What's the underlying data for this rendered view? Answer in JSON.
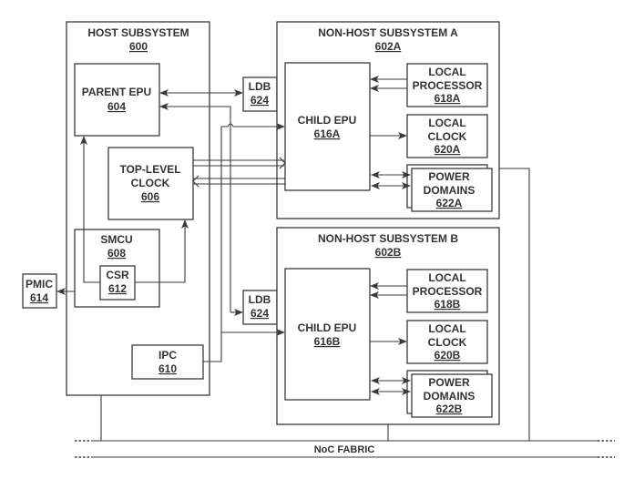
{
  "diagram": {
    "host": {
      "title": "HOST SUBSYSTEM",
      "ref": "600"
    },
    "parent_epu": {
      "title": "PARENT EPU",
      "ref": "604"
    },
    "top_clock": {
      "line1": "TOP-LEVEL",
      "line2": "CLOCK",
      "ref": "606"
    },
    "smcu": {
      "title": "SMCU",
      "ref": "608"
    },
    "csr": {
      "title": "CSR",
      "ref": "612"
    },
    "ipc": {
      "title": "IPC",
      "ref": "610"
    },
    "pmic": {
      "title": "PMIC",
      "ref": "614"
    },
    "ldb_a": {
      "title": "LDB",
      "ref": "624"
    },
    "ldb_b": {
      "title": "LDB",
      "ref": "624"
    },
    "subsystem_a": {
      "title": "NON-HOST SUBSYSTEM A",
      "ref": "602A",
      "child_epu": {
        "title": "CHILD EPU",
        "ref": "616A"
      },
      "local_processor": {
        "line1": "LOCAL",
        "line2": "PROCESSOR",
        "ref": "618A"
      },
      "local_clock": {
        "line1": "LOCAL",
        "line2": "CLOCK",
        "ref": "620A"
      },
      "power_domains": {
        "line1": "POWER",
        "line2": "DOMAINS",
        "ref": "622A"
      }
    },
    "subsystem_b": {
      "title": "NON-HOST SUBSYSTEM B",
      "ref": "602B",
      "child_epu": {
        "title": "CHILD EPU",
        "ref": "616B"
      },
      "local_processor": {
        "line1": "LOCAL",
        "line2": "PROCESSOR",
        "ref": "618B"
      },
      "local_clock": {
        "line1": "LOCAL",
        "line2": "CLOCK",
        "ref": "620B"
      },
      "power_domains": {
        "line1": "POWER",
        "line2": "DOMAINS",
        "ref": "622B"
      }
    },
    "noc": {
      "label": "NoC FABRIC"
    }
  }
}
